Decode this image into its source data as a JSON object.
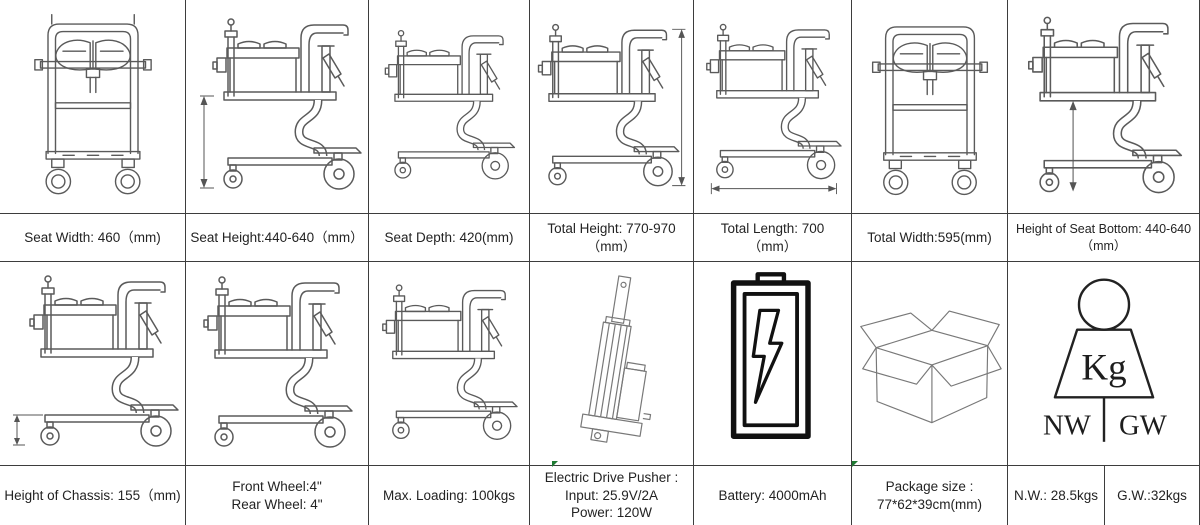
{
  "document": {
    "type": "product-specification-table",
    "product": "electric patient transfer lift chair"
  },
  "colors": {
    "border": "#3d3d3d",
    "line_art": "#5a5a5a",
    "text": "#232323",
    "green_marker": "#1f7a33",
    "background": "#ffffff"
  },
  "labels_row1": [
    {
      "id": "seat-width",
      "text": "Seat Width: 460（mm)"
    },
    {
      "id": "seat-height",
      "text": "Seat Height:440-640（mm）"
    },
    {
      "id": "seat-depth",
      "text": "Seat Depth: 420(mm)"
    },
    {
      "id": "total-height",
      "text": "Total Height: 770-970\n（mm）"
    },
    {
      "id": "total-length",
      "text": "Total Length: 700\n（mm）"
    },
    {
      "id": "total-width",
      "text": "Total Width:595(mm)"
    },
    {
      "id": "seat-bottom-height",
      "text": "Height of Seat Bottom: 440-640\n（mm）"
    }
  ],
  "labels_row2": [
    {
      "id": "chassis-height",
      "text": "Height of Chassis: 155（mm)"
    },
    {
      "id": "wheels",
      "text": "Front Wheel:4\"\nRear Wheel: 4\""
    },
    {
      "id": "max-loading",
      "text": "Max. Loading: 100kgs"
    },
    {
      "id": "drive-pusher",
      "text": "Electric Drive Pusher :\nInput: 25.9V/2A\nPower: 120W"
    },
    {
      "id": "battery",
      "text": "Battery: 4000mAh"
    },
    {
      "id": "package-size",
      "text": "Package size :\n77*62*39cm(mm)"
    },
    {
      "id": "net-weight",
      "text": "N.W.: 28.5kgs"
    },
    {
      "id": "gross-weight",
      "text": "G.W.:32kgs"
    }
  ],
  "weight_icon": {
    "unit": "Kg",
    "left": "NW",
    "right": "GW"
  },
  "icons": [
    "front-view-lift-icon",
    "side-view-lift-icon",
    "linear-actuator-icon",
    "battery-bolt-icon",
    "open-box-icon",
    "weight-kg-icon",
    "green-corner-marker"
  ]
}
